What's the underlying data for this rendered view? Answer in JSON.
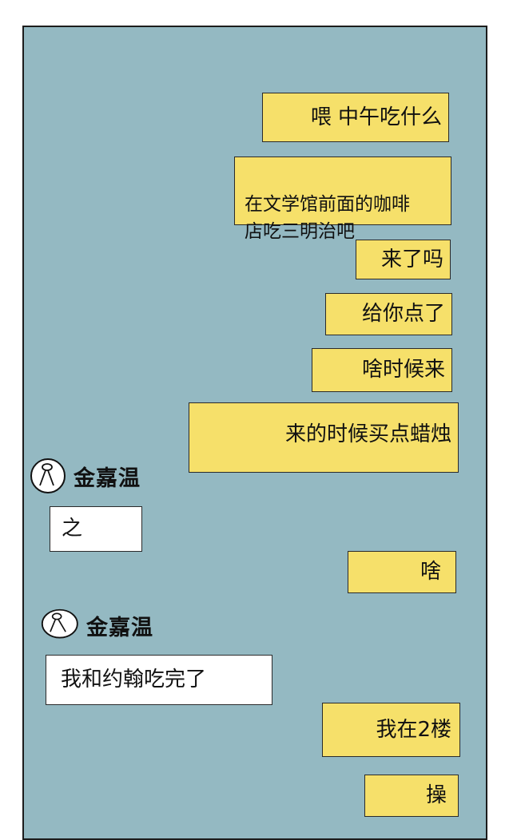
{
  "messages": {
    "m1": "喂 中午吃什么",
    "m2": "在文学馆前面的咖啡\n店吃三明治吧",
    "m3": "来了吗",
    "m4": "给你点了",
    "m5": "啥时候来",
    "m6": "来的时候买点蜡烛",
    "r1": "之",
    "m7": "啥",
    "r2": "我和约翰吃完了",
    "m8": "我在2楼",
    "m9": "操"
  },
  "contact": {
    "name": "金嘉温",
    "avatar_icon": "doodle-avatar-icon"
  },
  "colors": {
    "background": "#94b9c2",
    "my_bubble": "#f6e06a",
    "their_bubble": "#ffffff"
  }
}
